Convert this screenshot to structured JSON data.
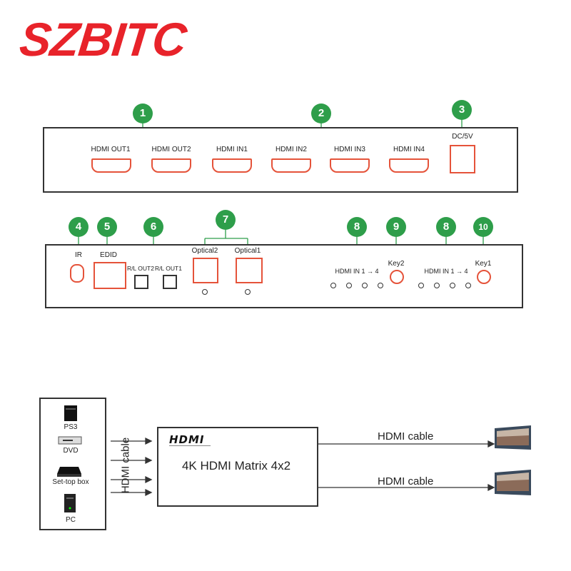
{
  "brand": {
    "logo": "SZBITC"
  },
  "front_panel": {
    "callouts": [
      "1",
      "2",
      "3"
    ],
    "ports": [
      "HDMI OUT1",
      "HDMI OUT2",
      "HDMI IN1",
      "HDMI IN2",
      "HDMI IN3",
      "HDMI IN4"
    ],
    "power_label": "DC/5V"
  },
  "back_panel": {
    "callouts": [
      "4",
      "5",
      "6",
      "7",
      "8",
      "9",
      "8",
      "10"
    ],
    "ir": "IR",
    "edid": "EDID",
    "rl_out2": "R/L OUT2",
    "rl_out1": "R/L OUT1",
    "optical2": "Optical2",
    "optical1": "Optical1",
    "hdmi_in_range": "HDMI IN  1 → 4",
    "key2": "Key2",
    "key1": "Key1"
  },
  "diagram": {
    "sources": [
      "PS3",
      "DVD",
      "Set-top box",
      "PC"
    ],
    "input_cable": "HDMI cable",
    "hdmi_logo": "HDMI",
    "matrix_title": "4K HDMI Matrix 4x2",
    "output_cables": [
      "HDMI cable",
      "HDMI cable"
    ]
  },
  "colors": {
    "brand_red": "#e8232a",
    "callout_green": "#2e9e4a",
    "port_orange": "#e5533a"
  }
}
